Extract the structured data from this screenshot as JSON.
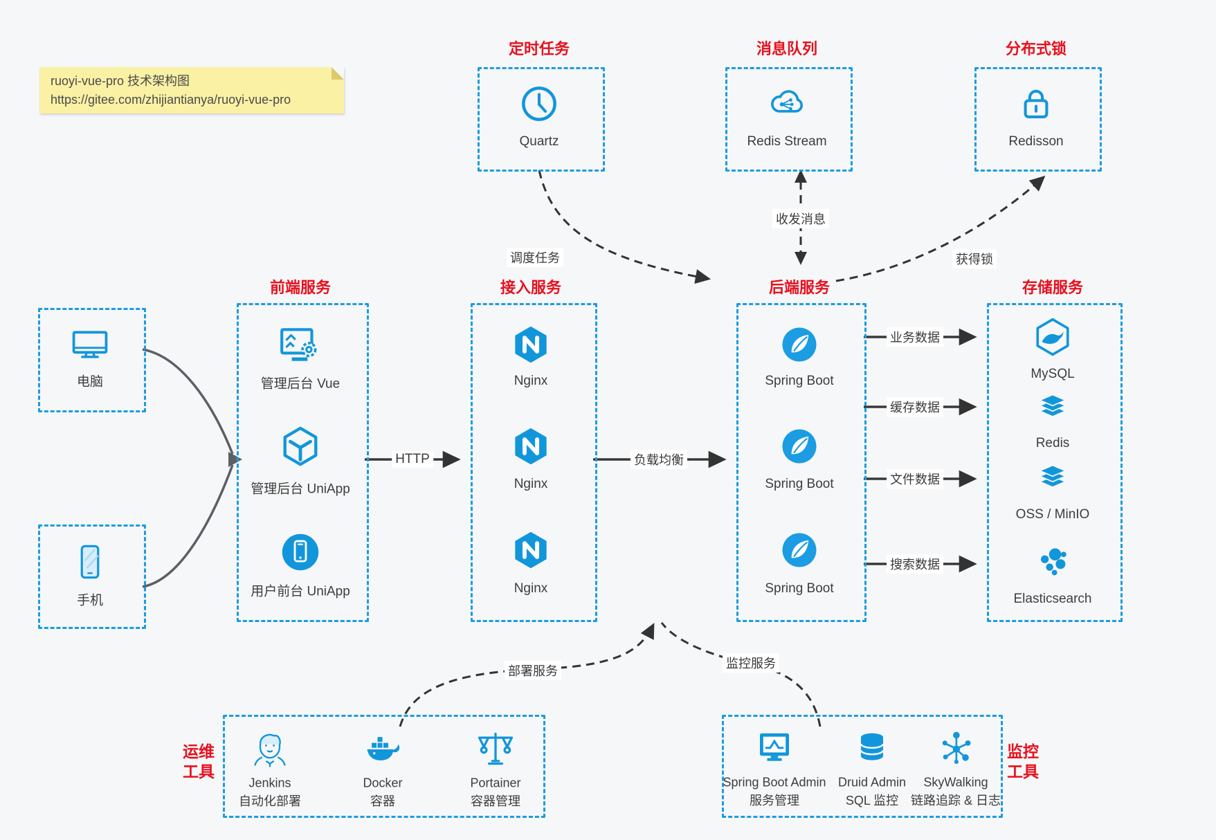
{
  "note": {
    "line1": "ruoyi-vue-pro 技术架构图",
    "line2": "https://gitee.com/zhijiantianya/ruoyi-vue-pro"
  },
  "top_services": [
    {
      "title": "定时任务",
      "name": "Quartz"
    },
    {
      "title": "消息队列",
      "name": "Redis Stream"
    },
    {
      "title": "分布式锁",
      "name": "Redisson"
    }
  ],
  "clients": [
    {
      "label": "电脑"
    },
    {
      "label": "手机"
    }
  ],
  "frontend": {
    "title": "前端服务",
    "items": [
      "管理后台 Vue",
      "管理后台 UniApp",
      "用户前台 UniApp"
    ]
  },
  "gateway": {
    "title": "接入服务",
    "items": [
      "Nginx",
      "Nginx",
      "Nginx"
    ]
  },
  "backend": {
    "title": "后端服务",
    "items": [
      "Spring Boot",
      "Spring Boot",
      "Spring Boot"
    ]
  },
  "storage": {
    "title": "存储服务",
    "items": [
      "MySQL",
      "Redis",
      "OSS / MinIO",
      "Elasticsearch"
    ]
  },
  "edges": {
    "http": "HTTP",
    "load_balance": "负载均衡",
    "business_data": "业务数据",
    "cache_data": "缓存数据",
    "file_data": "文件数据",
    "search_data": "搜索数据",
    "schedule": "调度任务",
    "messages": "收发消息",
    "lock": "获得锁",
    "deploy": "部署服务",
    "monitor": "监控服务"
  },
  "ops": {
    "tag_line1": "运维",
    "tag_line2": "工具",
    "items": [
      {
        "name": "Jenkins",
        "desc": "自动化部署"
      },
      {
        "name": "Docker",
        "desc": "容器"
      },
      {
        "name": "Portainer",
        "desc": "容器管理"
      }
    ]
  },
  "monitoring": {
    "tag_line1": "监控",
    "tag_line2": "工具",
    "items": [
      {
        "name": "Spring Boot Admin",
        "desc": "服务管理"
      },
      {
        "name": "Druid Admin",
        "desc": "SQL 监控"
      },
      {
        "name": "SkyWalking",
        "desc": "链路追踪 & 日志"
      }
    ]
  },
  "colors": {
    "accent_blue": "#1296db",
    "border_blue": "#1b9ce0",
    "title_red": "#e8101e",
    "note_yellow": "#faf1a4",
    "text_dark": "#3d3d3d"
  }
}
